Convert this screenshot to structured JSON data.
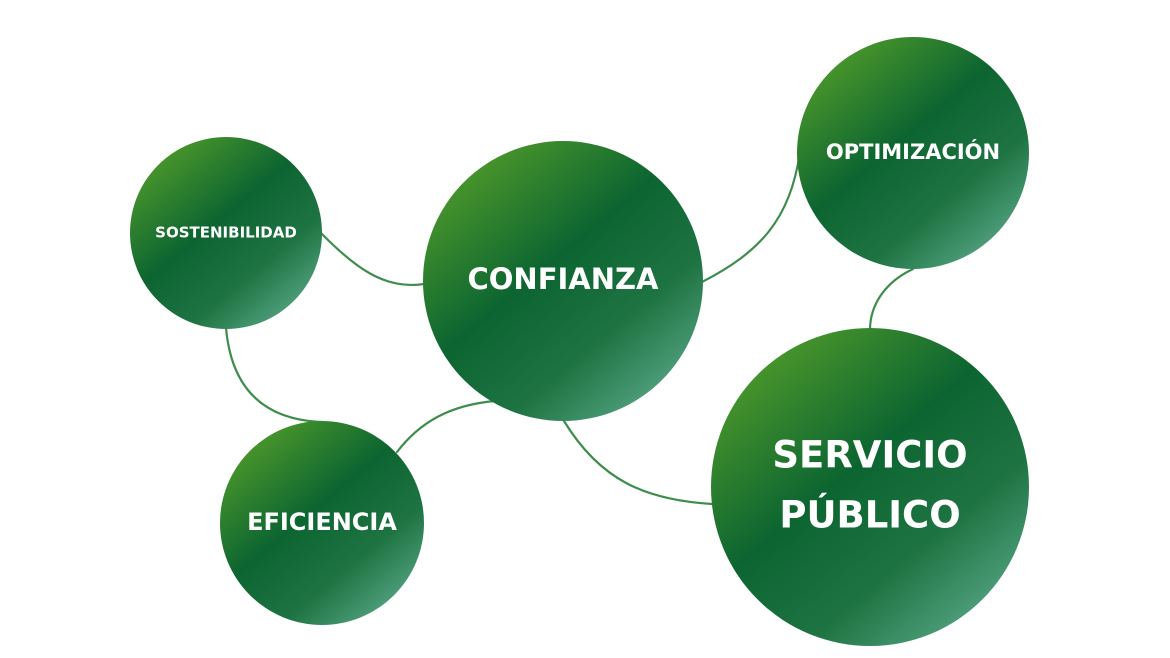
{
  "diagram": {
    "colors": {
      "gradient_light": "#4f9a2a",
      "gradient_mid": "#0c6531",
      "gradient_dark": "#1e7342",
      "gradient_edge": "#5cab8c",
      "connector": "#3f8d4d",
      "label": "#ffffff"
    },
    "nodes": [
      {
        "id": "sostenibilidad",
        "lines": [
          "SOSTENIBILIDAD"
        ]
      },
      {
        "id": "confianza",
        "lines": [
          "CONFIANZA"
        ]
      },
      {
        "id": "optimizacion",
        "lines": [
          "OPTIMIZACIÓN"
        ]
      },
      {
        "id": "eficiencia",
        "lines": [
          "EFICIENCIA"
        ]
      },
      {
        "id": "servicio-publico",
        "lines": [
          "SERVICIO",
          "PÚBLICO"
        ]
      }
    ],
    "edges": [
      {
        "from": "sostenibilidad",
        "to": "confianza"
      },
      {
        "from": "sostenibilidad",
        "to": "eficiencia"
      },
      {
        "from": "confianza",
        "to": "eficiencia"
      },
      {
        "from": "confianza",
        "to": "optimizacion"
      },
      {
        "from": "confianza",
        "to": "servicio-publico"
      },
      {
        "from": "optimizacion",
        "to": "servicio-publico"
      }
    ]
  }
}
